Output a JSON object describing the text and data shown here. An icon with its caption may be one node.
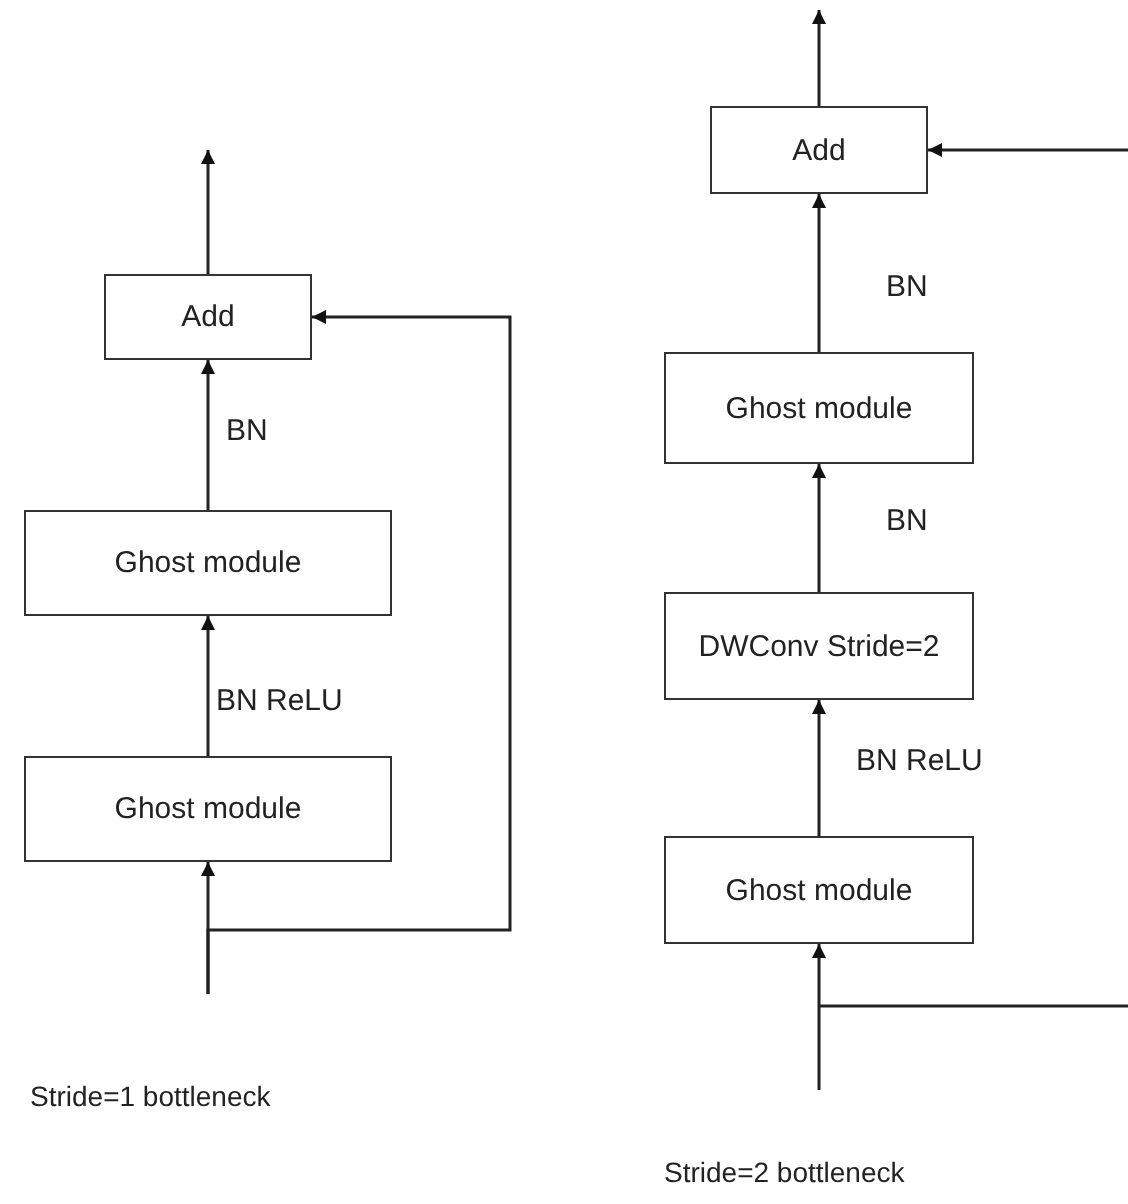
{
  "diagram": {
    "nodes": [
      {
        "text": [
          "Add"
        ]
      },
      {
        "text": [
          "Ghost module"
        ]
      },
      {
        "text": [
          "Ghost module"
        ]
      },
      {
        "text": [
          "Add"
        ]
      },
      {
        "text": [
          "Ghost module"
        ]
      },
      {
        "text": [
          "DWConv Stride=2"
        ]
      },
      {
        "text": [
          "Ghost module"
        ]
      }
    ],
    "edges": [
      {
        "from": 2,
        "to": 1,
        "arrow": "to",
        "label": "BN ReLU"
      },
      {
        "from": 1,
        "to": 0,
        "arrow": "to",
        "label": "BN"
      },
      {
        "from": 0,
        "to": null,
        "arrow": "to"
      },
      {
        "from": null,
        "to": 2,
        "arrow": "to"
      },
      {
        "from": null,
        "to": 0,
        "arrow": "to"
      },
      {
        "from": 6,
        "to": 5,
        "arrow": "to",
        "label": "BN ReLU"
      },
      {
        "from": 5,
        "to": 4,
        "arrow": "to",
        "label": "BN"
      },
      {
        "from": 4,
        "to": 3,
        "arrow": "to",
        "label": "BN"
      },
      {
        "from": 3,
        "to": null,
        "arrow": "to"
      },
      {
        "from": null,
        "to": 6,
        "arrow": "to"
      },
      {
        "from": null,
        "to": 3,
        "arrow": "to"
      }
    ],
    "labels": [
      "Stride=1 bottleneck",
      "Stride=2 bottleneck"
    ]
  }
}
